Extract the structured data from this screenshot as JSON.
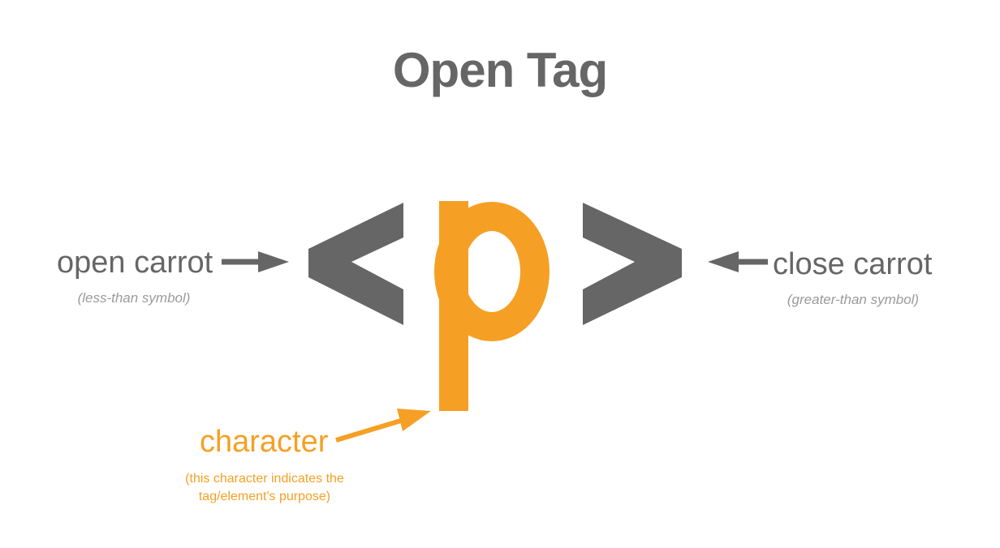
{
  "title": "Open Tag",
  "tag": {
    "open_symbol": "<",
    "character": "p",
    "close_symbol": ">"
  },
  "labels": {
    "open": {
      "name": "open carrot",
      "note": "(less-than symbol)"
    },
    "close": {
      "name": "close carrot",
      "note": "(greater-than symbol)"
    },
    "character": {
      "name": "character",
      "note_line1": "(this character indicates the",
      "note_line2": "tag/element's purpose)"
    }
  },
  "colors": {
    "gray": "#666666",
    "light_gray": "#9a9a9a",
    "orange": "#f5a024",
    "background": "#ffffff"
  }
}
